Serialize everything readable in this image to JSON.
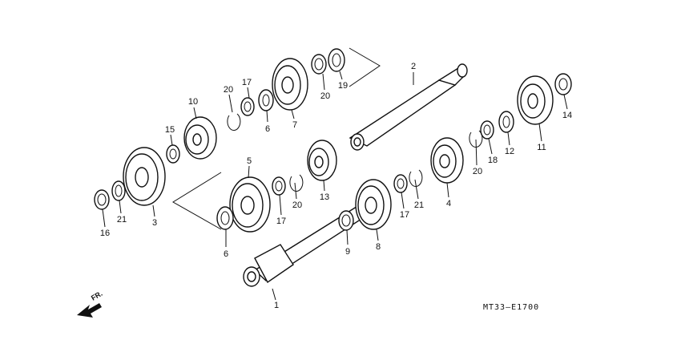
{
  "diagram_code": "MT33–E1700",
  "direction_label": "FR.",
  "callouts": [
    "1",
    "2",
    "3",
    "4",
    "5",
    "6",
    "6",
    "7",
    "8",
    "9",
    "10",
    "11",
    "12",
    "13",
    "14",
    "15",
    "16",
    "17",
    "17",
    "17",
    "18",
    "19",
    "20",
    "20",
    "20",
    "21"
  ]
}
